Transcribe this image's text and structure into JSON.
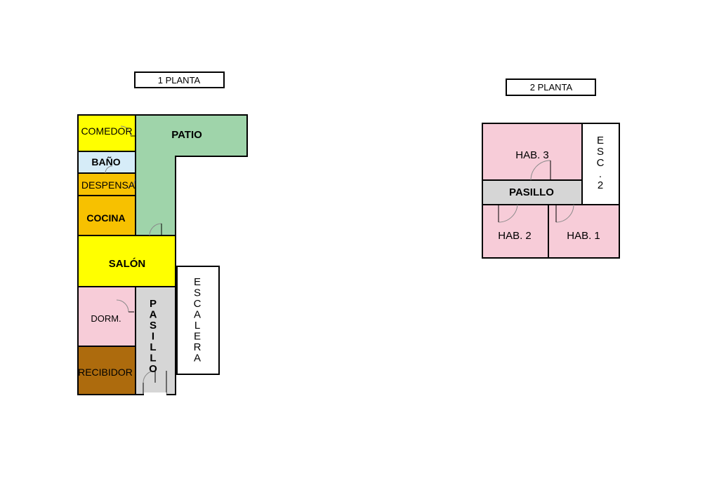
{
  "plan1": {
    "title": "1 PLANTA",
    "rooms": {
      "comedor": "COMEDOR",
      "bano": "BAÑO",
      "despensa": "DESPENSA",
      "cocina": "COCINA",
      "patio": "PATIO",
      "salon": "SALÓN",
      "dorm": "DORM.",
      "recibidor": "RECIBIDOR",
      "pasillo": "PASILLO",
      "escalera": "ESCALERA"
    }
  },
  "plan2": {
    "title": "2 PLANTA",
    "rooms": {
      "hab3": "HAB. 3",
      "esc2": "ESC.2",
      "pasillo": "PASILLO",
      "hab2": "HAB. 2",
      "hab1": "HAB. 1"
    }
  },
  "colors": {
    "comedor": "#ffff00",
    "bano": "#d6ecf8",
    "despensa": "#f7c100",
    "cocina": "#f7c100",
    "patio": "#9fd4aa",
    "salon": "#ffff00",
    "dorm": "#f7ccd8",
    "recibidor": "#ad6b0d",
    "pasillo1": "#d6d6d6",
    "escalera": "#ffffff",
    "hab": "#f7ccd8",
    "pasillo2": "#d6d6d6",
    "esc2": "#ffffff"
  }
}
